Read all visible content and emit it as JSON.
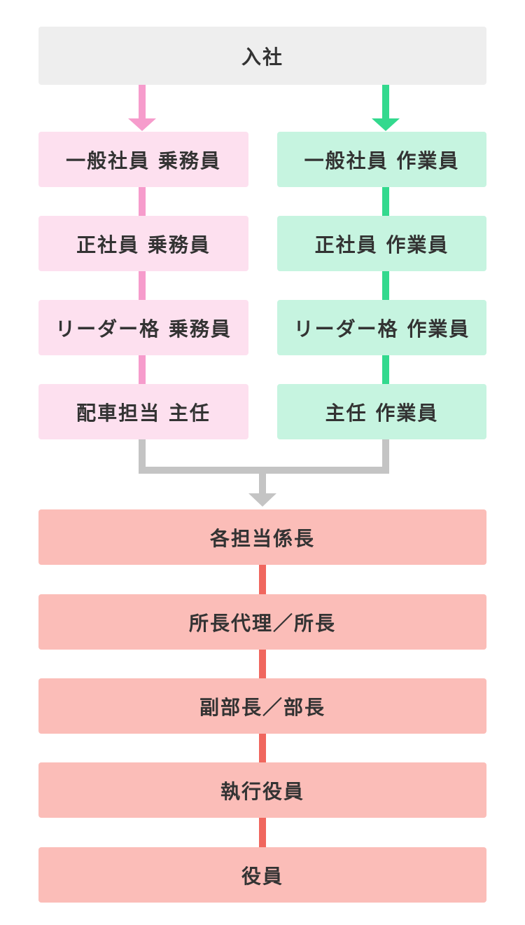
{
  "diagram": {
    "start": "入社",
    "left_track": [
      "一般社員 乗務員",
      "正社員 乗務員",
      "リーダー格 乗務員",
      "配車担当 主任"
    ],
    "right_track": [
      "一般社員 作業員",
      "正社員 作業員",
      "リーダー格 作業員",
      "主任 作業員"
    ],
    "shared_track": [
      "各担当係長",
      "所長代理／所長",
      "副部長／部長",
      "執行役員",
      "役員"
    ]
  },
  "colors": {
    "start_box": "#eeeeee",
    "left_box": "#fde0ef",
    "left_line": "#f69ccc",
    "right_box": "#c6f4e0",
    "right_line": "#33d98e",
    "shared_box": "#fbbdb8",
    "shared_line": "#f0675e",
    "merge_line": "#c4c4c4",
    "text": "#333333"
  }
}
